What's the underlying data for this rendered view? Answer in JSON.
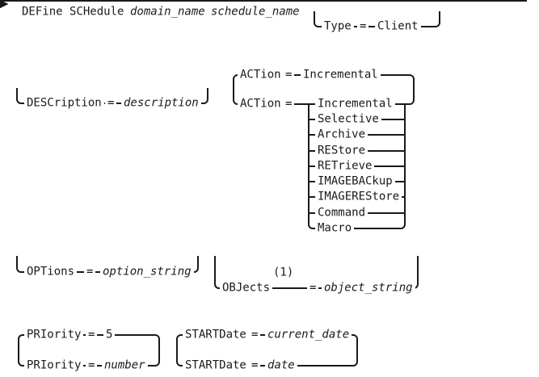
{
  "diagram": {
    "kind": "command-syntax-railroad",
    "row1": {
      "command": "DEFine SCHedule",
      "domain_var": "domain_name",
      "schedule_var": "schedule_name",
      "type_kw": "Type",
      "type_eq": "=",
      "type_val": "Client"
    },
    "row2": {
      "desc_kw": "DESCription",
      "desc_eq": "=",
      "desc_val": "description",
      "action_kw": "ACTion",
      "action_eq": "=",
      "action_default": "Incremental",
      "action_options": [
        "Incremental",
        "Selective",
        "Archive",
        "REStore",
        "RETrieve",
        "IMAGEBACkup",
        "IMAGEREStore",
        "Command",
        "Macro"
      ]
    },
    "row3": {
      "opt_kw": "OPTions",
      "opt_eq": "=",
      "opt_val": "option_string",
      "obj_kw": "OBJects",
      "obj_footnote": "(1)",
      "obj_eq": "=",
      "obj_val": "object_string"
    },
    "row4": {
      "pri_kw": "PRIority",
      "pri_eq": "=",
      "pri_default": "5",
      "pri_alt": "number",
      "start_kw": "STARTDate",
      "start_eq": "=",
      "start_default": "current_date",
      "start_alt": "date"
    }
  }
}
